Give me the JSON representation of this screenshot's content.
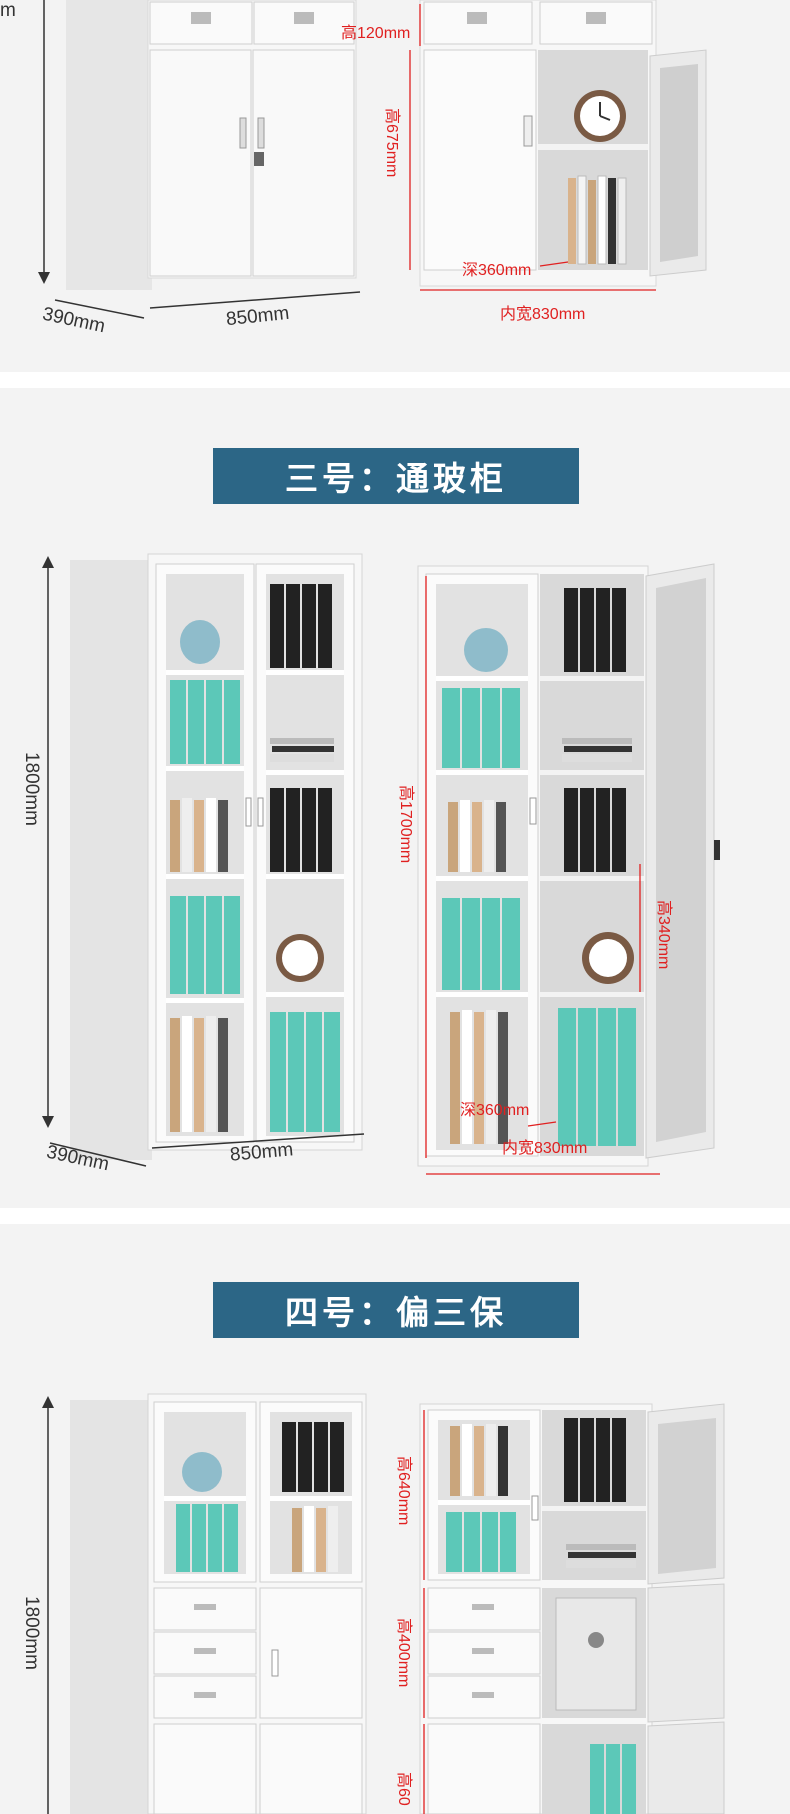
{
  "section1": {
    "height_label": "高120mm",
    "height2_label": "高675mm",
    "depth_label": "深360mm",
    "inner_width_label": "内宽830mm",
    "side_label": "390mm",
    "width_label": "850mm",
    "partial_label": "m"
  },
  "section2": {
    "banner": "三号：通玻柜",
    "total_height": "1800mm",
    "inner_height": "高1700mm",
    "shelf_height": "高340mm",
    "depth_label": "深360mm",
    "inner_width_label": "内宽830mm",
    "side_label": "390mm",
    "width_label": "850mm"
  },
  "section3": {
    "banner": "四号：偏三保",
    "total_height": "1800mm",
    "upper_height": "高640mm",
    "middle_height": "高400mm",
    "lower_height": "高60"
  },
  "colors": {
    "banner_bg": "#2c6686",
    "red_dim": "#e02020",
    "cabinet_white": "#f7f7f7",
    "teal_binder": "#5cc8b8",
    "black_binder": "#222222"
  }
}
